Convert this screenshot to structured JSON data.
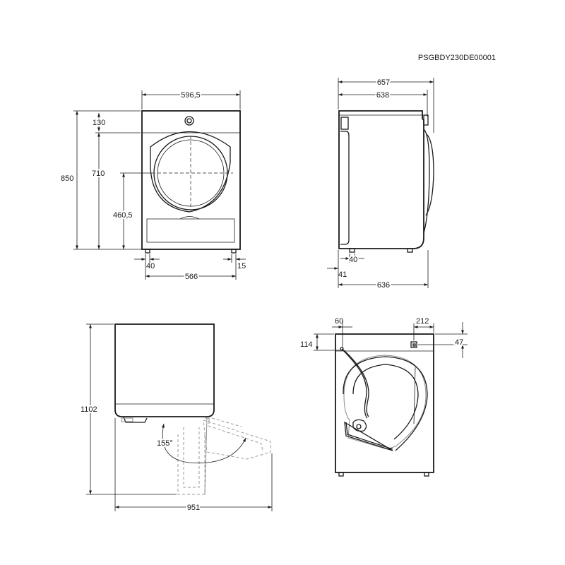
{
  "document_code": "PSGBDY230DE00001",
  "front_view": {
    "width": "596,5",
    "height_total": "850",
    "top_panel": "130",
    "height_to_top": "710",
    "door_center": "460,5",
    "foot_left_offset": "40",
    "foot_right_offset": "15",
    "foot_span": "566"
  },
  "side_view": {
    "depth_total": "657",
    "depth_body": "638",
    "foot_offset": "40",
    "foot_front": "41",
    "depth_base": "636"
  },
  "door_open_view": {
    "height_open": "1102",
    "door_angle": "155°",
    "depth_open": "951"
  },
  "back_view": {
    "inlet_offset_x": "60",
    "drain_offset_x": "212",
    "inlet_offset_y": "114",
    "drain_offset_y": "47"
  }
}
